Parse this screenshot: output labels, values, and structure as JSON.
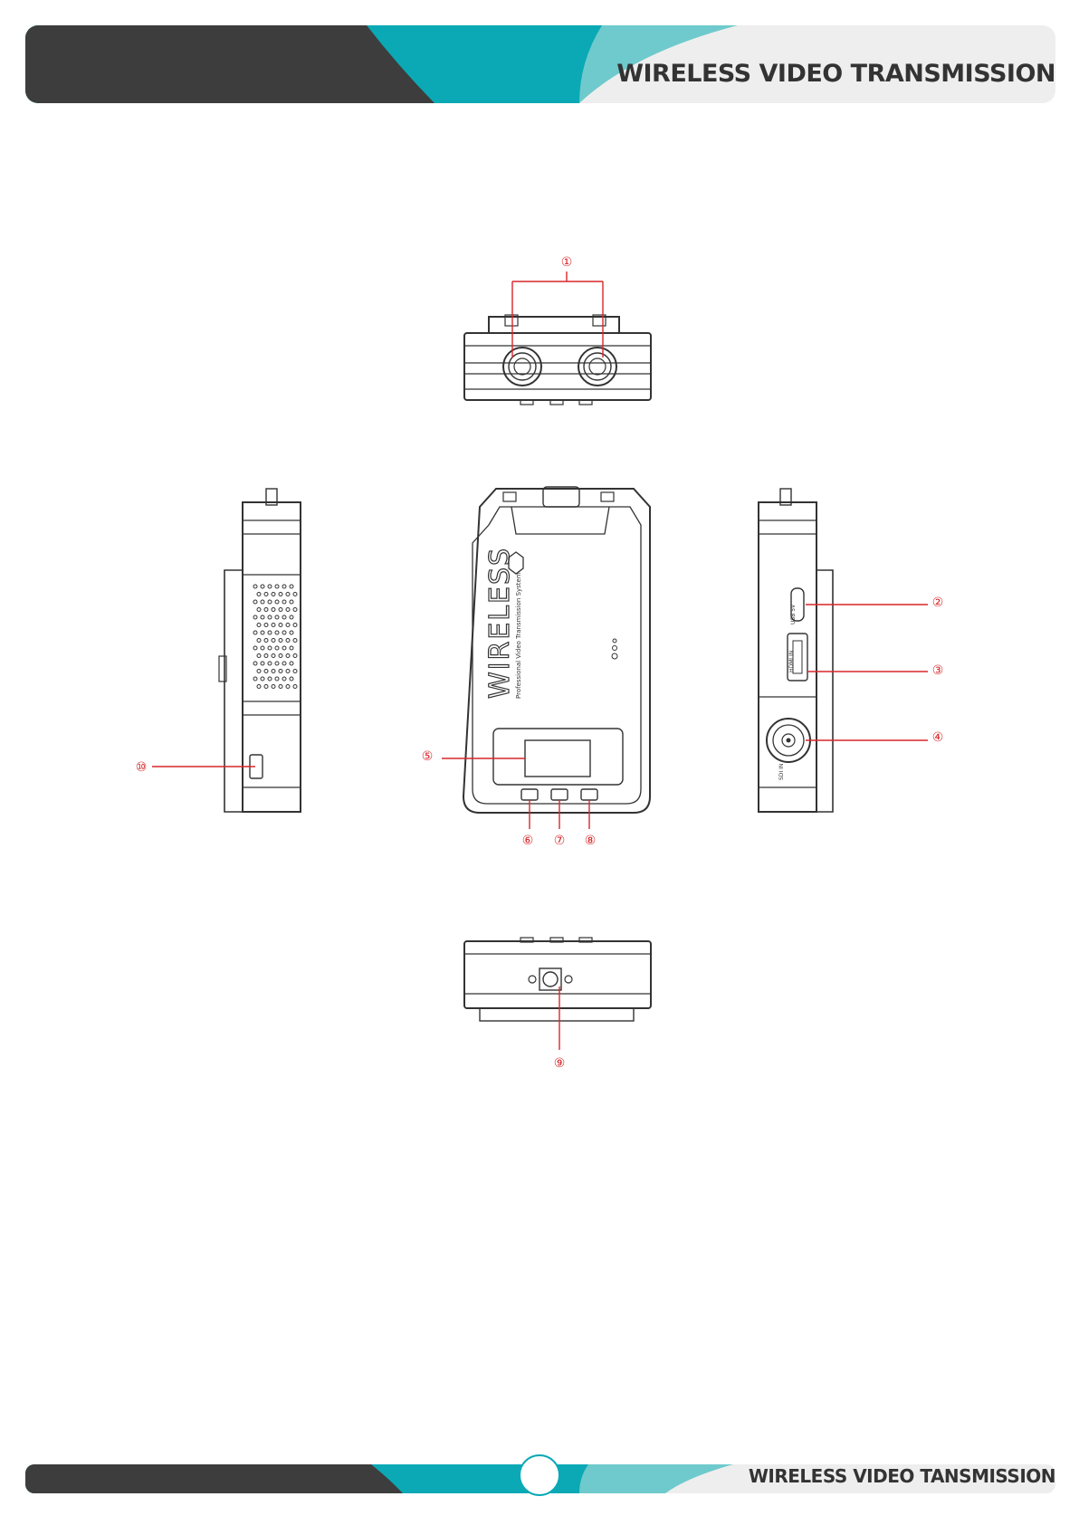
{
  "header": {
    "title": "WIRELESS VIDEO TRANSMISSION"
  },
  "footer": {
    "title": "WIRELESS VIDEO TANSMISSION",
    "page_number": ""
  },
  "colors": {
    "dark": "#3d3d3d",
    "teal": "#0aa9b5",
    "light_teal": "#6ecacc",
    "light_gray": "#eeeeee",
    "callout_red": "#d8262a",
    "line": "#333333"
  },
  "device": {
    "brand_text": "WIRELESS",
    "brand_subtext": "Professional Video Transmission System",
    "port_labels": {
      "usb": "USB 5V",
      "hdmi": "HDMI IN",
      "sdi": "SDI IN"
    }
  },
  "callouts": [
    {
      "id": "1",
      "label": "①"
    },
    {
      "id": "2",
      "label": "②"
    },
    {
      "id": "3",
      "label": "③"
    },
    {
      "id": "4",
      "label": "④"
    },
    {
      "id": "5",
      "label": "⑤"
    },
    {
      "id": "6",
      "label": "⑥"
    },
    {
      "id": "7",
      "label": "⑦"
    },
    {
      "id": "8",
      "label": "⑧"
    },
    {
      "id": "9",
      "label": "⑨"
    },
    {
      "id": "10",
      "label": "⑩"
    }
  ]
}
